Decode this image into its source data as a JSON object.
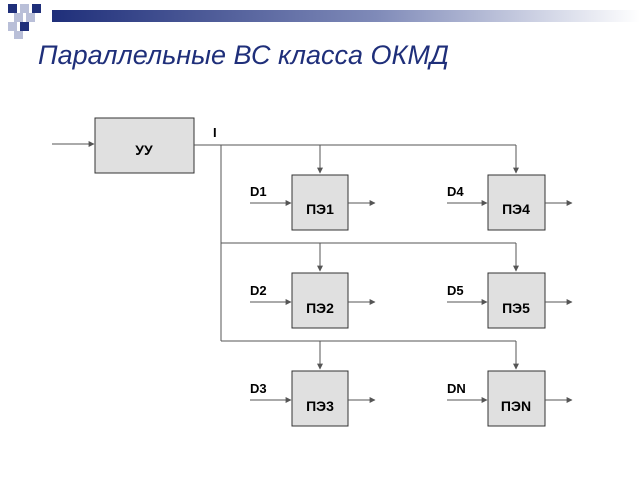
{
  "slide": {
    "title": "Параллельные ВС класса ОКМД"
  },
  "colors": {
    "title": "#1f2f7a",
    "deco_dark": "#1f2f7a",
    "deco_light": "#b9bfd8",
    "box_fill": "#e0e0e0"
  },
  "diagram": {
    "control_unit": {
      "label": "УУ"
    },
    "instruction_label": "I",
    "elements": [
      {
        "id": "pe1",
        "label": "ПЭ1",
        "data_label": "D1"
      },
      {
        "id": "pe2",
        "label": "ПЭ2",
        "data_label": "D2"
      },
      {
        "id": "pe3",
        "label": "ПЭ3",
        "data_label": "D3"
      },
      {
        "id": "pe4",
        "label": "ПЭ4",
        "data_label": "D4"
      },
      {
        "id": "pe5",
        "label": "ПЭ5",
        "data_label": "D5"
      },
      {
        "id": "pen",
        "label": "ПЭN",
        "data_label": "DN"
      }
    ]
  }
}
